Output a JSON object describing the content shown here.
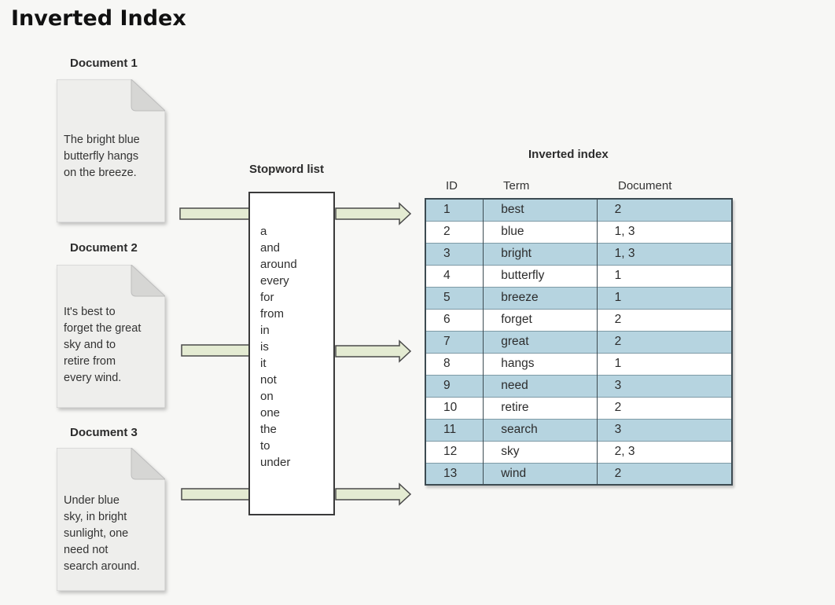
{
  "title": "Inverted Index",
  "documents": [
    {
      "heading": "Document 1",
      "text": "The bright blue\nbutterfly hangs\non the breeze."
    },
    {
      "heading": "Document 2",
      "text": "It's best to\nforget the great\nsky and to\nretire from\nevery wind."
    },
    {
      "heading": "Document 3",
      "text": "Under blue\nsky, in bright\nsunlight, one\nneed not\nsearch around."
    }
  ],
  "stopword_list": {
    "heading": "Stopword list",
    "words": [
      "a",
      "and",
      "around",
      "every",
      "for",
      "from",
      "in",
      "is",
      "it",
      "not",
      "on",
      "one",
      "the",
      "to",
      "under"
    ]
  },
  "inverted_index": {
    "heading": "Inverted index",
    "columns": [
      "ID",
      "Term",
      "Document"
    ],
    "rows": [
      [
        "1",
        "best",
        "2"
      ],
      [
        "2",
        "blue",
        "1, 3"
      ],
      [
        "3",
        "bright",
        "1, 3"
      ],
      [
        "4",
        "butterfly",
        "1"
      ],
      [
        "5",
        "breeze",
        "1"
      ],
      [
        "6",
        "forget",
        "2"
      ],
      [
        "7",
        "great",
        "2"
      ],
      [
        "8",
        "hangs",
        "1"
      ],
      [
        "9",
        "need",
        "3"
      ],
      [
        "10",
        "retire",
        "2"
      ],
      [
        "11",
        "search",
        "3"
      ],
      [
        "12",
        "sky",
        "2, 3"
      ],
      [
        "13",
        "wind",
        "2"
      ]
    ]
  },
  "colors": {
    "row_shaded": "#b6d4e0",
    "arrow_fill": "#e4ebd2",
    "border": "#3d4b52"
  }
}
